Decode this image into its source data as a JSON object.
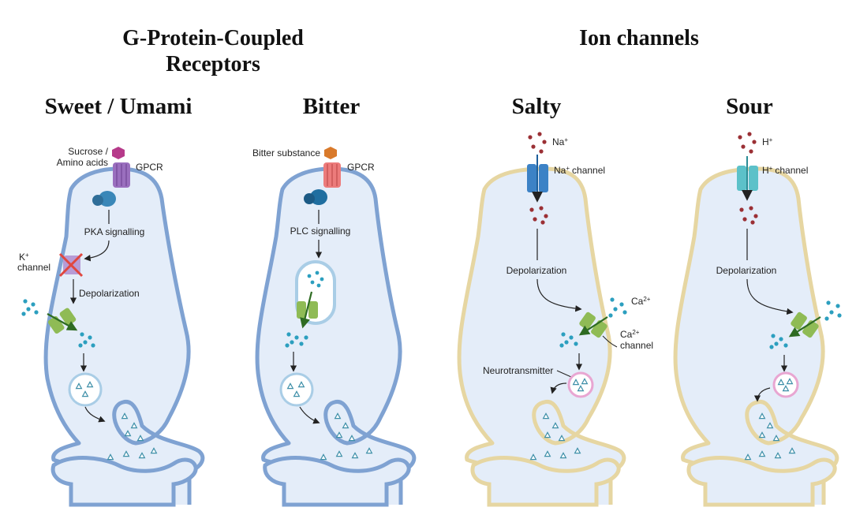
{
  "groups": {
    "gpcr": "G-Protein-Coupled Receptors",
    "ion": "Ion channels"
  },
  "panels": {
    "sweet": {
      "title": "Sweet / Umami",
      "ligand_line1": "Sucrose /",
      "ligand_line2": "Amino acids",
      "receptor": "GPCR",
      "signalling": "PKA signalling",
      "k_channel_sym": "K",
      "k_channel_sup": "+",
      "k_channel_word": "channel",
      "depolarization": "Depolarization"
    },
    "bitter": {
      "title": "Bitter",
      "ligand": "Bitter substance",
      "receptor": "GPCR",
      "signalling": "PLC signalling"
    },
    "salty": {
      "title": "Salty",
      "ion_sym": "Na",
      "ion_sup": "+",
      "channel_sym": "Na",
      "channel_sup": "+",
      "channel_word": "channel",
      "depolarization": "Depolarization",
      "ca_sym": "Ca",
      "ca_sup": "2+",
      "ca_channel_sym": "Ca",
      "ca_channel_sup": "2+",
      "ca_channel_word": "channel",
      "neurotransmitter": "Neurotransmitter"
    },
    "sour": {
      "title": "Sour",
      "ion_sym": "H",
      "ion_sup": "+",
      "channel_sym": "H",
      "channel_sup": "+",
      "channel_word": "channel",
      "depolarization": "Depolarization"
    }
  },
  "colors": {
    "gpcr_membrane": "#7fa2d2",
    "gpcr_fill": "#e4edf9",
    "ion_membrane": "#e6d6a2",
    "ion_fill": "#e4edf9",
    "ion_dots": "#2c9fbf",
    "na_h_dots": "#9b3035",
    "ca_channel": "#8fbb55",
    "receptor_sweet": "#9a6fbe",
    "receptor_bitter": "#ec7b7b",
    "ligand_sweet": "#b63a8a",
    "ligand_bitter": "#d97a2b",
    "na_channel": "#3c82c6",
    "h_channel": "#5cc1c9",
    "blocked_cross": "#e0473f"
  }
}
